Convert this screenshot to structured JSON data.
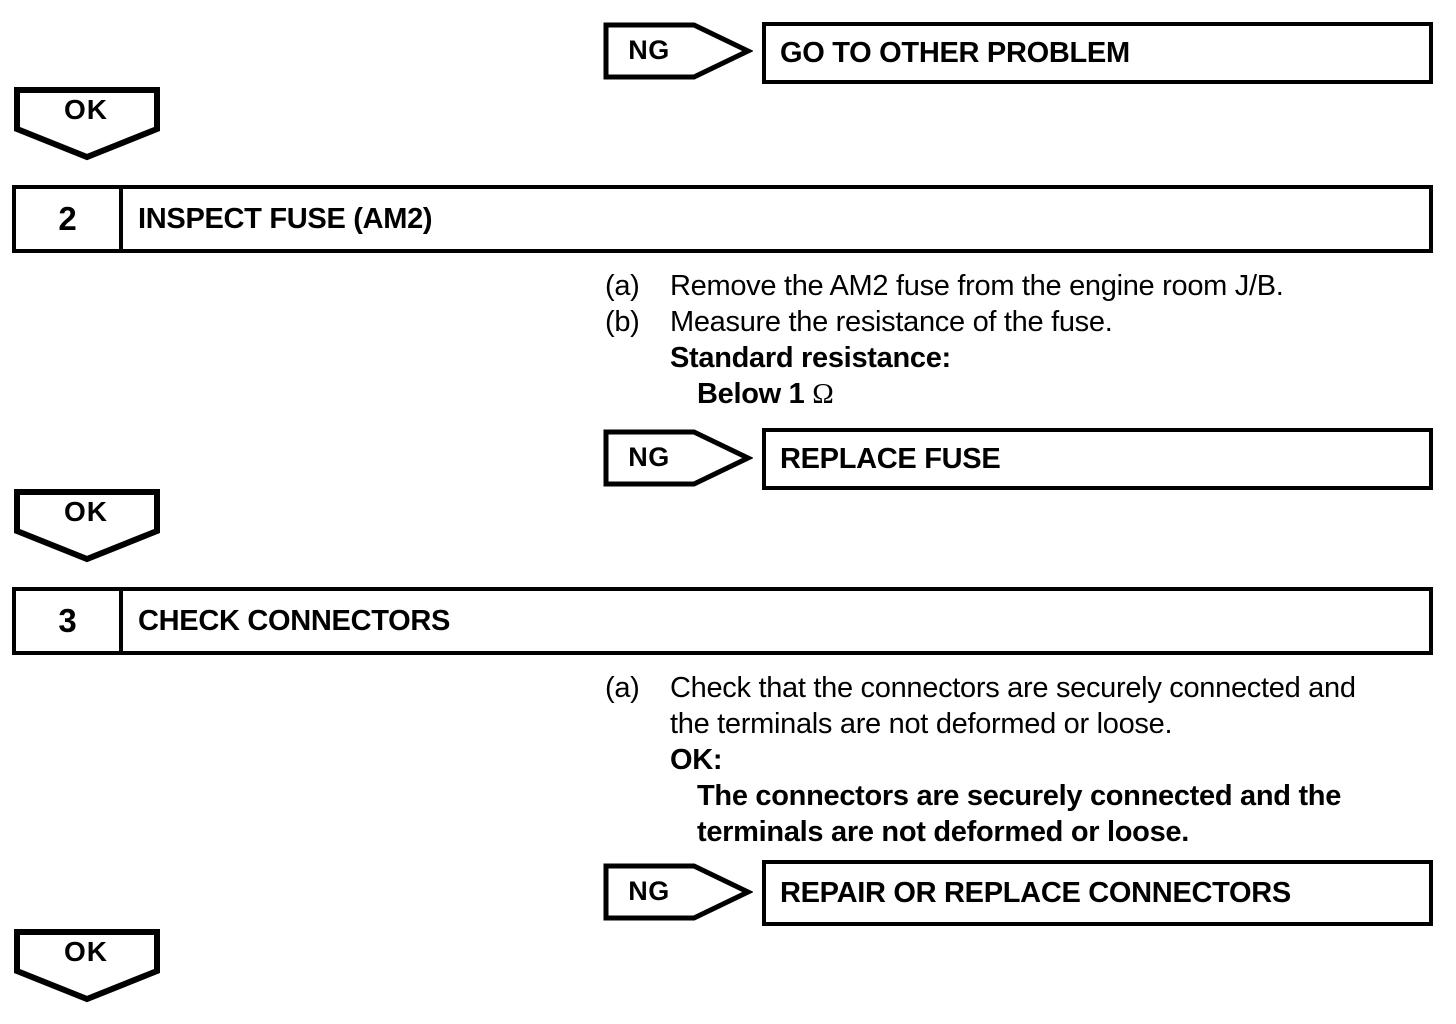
{
  "flowchart": {
    "ng_branches": [
      {
        "label": "NG",
        "action": "GO TO OTHER PROBLEM"
      },
      {
        "label": "NG",
        "action": "REPLACE FUSE"
      },
      {
        "label": "NG",
        "action": "REPAIR OR REPLACE CONNECTORS"
      }
    ],
    "ok_markers": [
      {
        "label": "OK"
      },
      {
        "label": "OK"
      },
      {
        "label": "OK"
      }
    ],
    "steps": [
      {
        "number": "2",
        "title": "INSPECT FUSE (AM2)",
        "items": [
          {
            "label": "(a)",
            "text": "Remove the AM2 fuse from the engine room J/B."
          },
          {
            "label": "(b)",
            "text": "Measure the resistance of the fuse."
          }
        ],
        "spec_heading": "Standard resistance:",
        "spec_value": "Below 1 ",
        "spec_unit": "Ω"
      },
      {
        "number": "3",
        "title": "CHECK CONNECTORS",
        "items": [
          {
            "label": "(a)",
            "text": "Check that the connectors are securely connected and\nthe terminals are not deformed or loose."
          }
        ],
        "spec_heading": "OK:",
        "spec_value": "The connectors are securely connected and the\nterminals are not deformed or loose."
      }
    ]
  }
}
